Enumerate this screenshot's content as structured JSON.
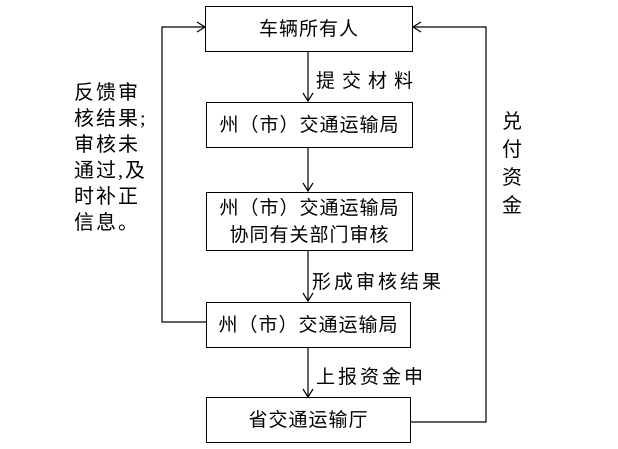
{
  "diagram": {
    "nodes": [
      {
        "id": "vehicle-owner",
        "label": "车辆所有人"
      },
      {
        "id": "city-bureau-intake",
        "label": "州（市）交通运输局"
      },
      {
        "id": "city-bureau-review",
        "label": "州（市）交通运输局",
        "label2": "协同有关部门审核"
      },
      {
        "id": "city-bureau-report",
        "label": "州（市）交通运输局"
      },
      {
        "id": "provincial-dept",
        "label": "省交通运输厅"
      }
    ],
    "edge_labels": {
      "submit": "提交材料",
      "result": "形成审核结果",
      "report": "上报资金申"
    },
    "notes": {
      "left": "反馈审\n核结果;\n审核未\n通过,及\n时补正\n信息。",
      "right": "兑\n付\n资\n金"
    },
    "colors": {
      "line": "#000000",
      "background": "#ffffff"
    }
  }
}
